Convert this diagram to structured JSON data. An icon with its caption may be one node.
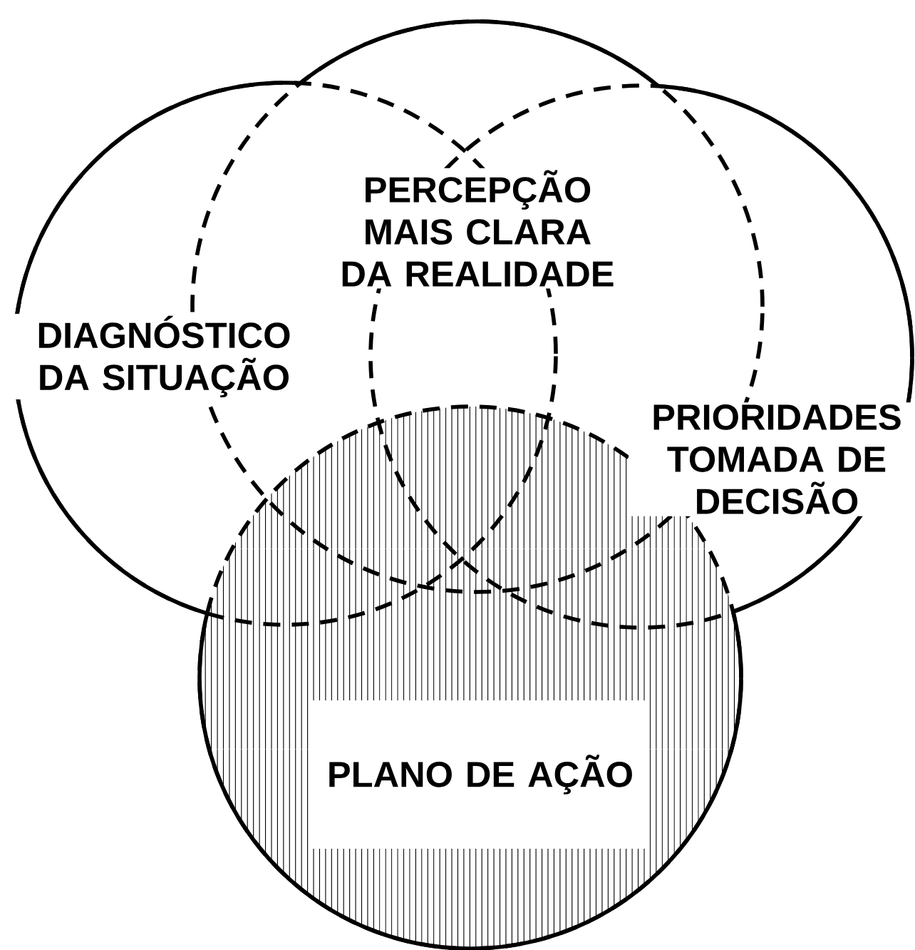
{
  "diagram": {
    "nodes": [
      {
        "text": [
          "DIAGNÓSTICO DA SITUAÇÃO"
        ]
      },
      {
        "text": [
          "PERCEPÇÃO MAIS CLARA DA REALIDADE"
        ]
      },
      {
        "text": [
          "PRIORIDADES TOMADA DE DECISÃO"
        ]
      },
      {
        "text": [
          "PLANO DE AÇÃO"
        ]
      }
    ]
  }
}
